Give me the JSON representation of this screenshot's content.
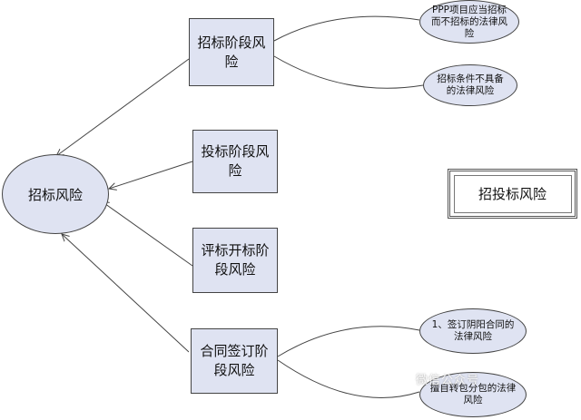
{
  "root": {
    "label": "招标风险"
  },
  "stages": [
    {
      "label": "招标阶段风险"
    },
    {
      "label": "投标阶段风险"
    },
    {
      "label": "评标开标阶段风险"
    },
    {
      "label": "合同签订阶段风险"
    }
  ],
  "risks": [
    {
      "label": "PPP项目应当招标而不招标的法律风险"
    },
    {
      "label": "招标条件不具备的法律风险"
    },
    {
      "label": "1、签订阴阳合同的法律风险"
    },
    {
      "label": "擅自转包分包的法律风险"
    }
  ],
  "legend": {
    "label": "招投标风险"
  },
  "watermark": {
    "text": "微信公众号"
  },
  "colors": {
    "node_fill": "#dfe3f2",
    "line": "#444444",
    "background": "#ffffff"
  }
}
